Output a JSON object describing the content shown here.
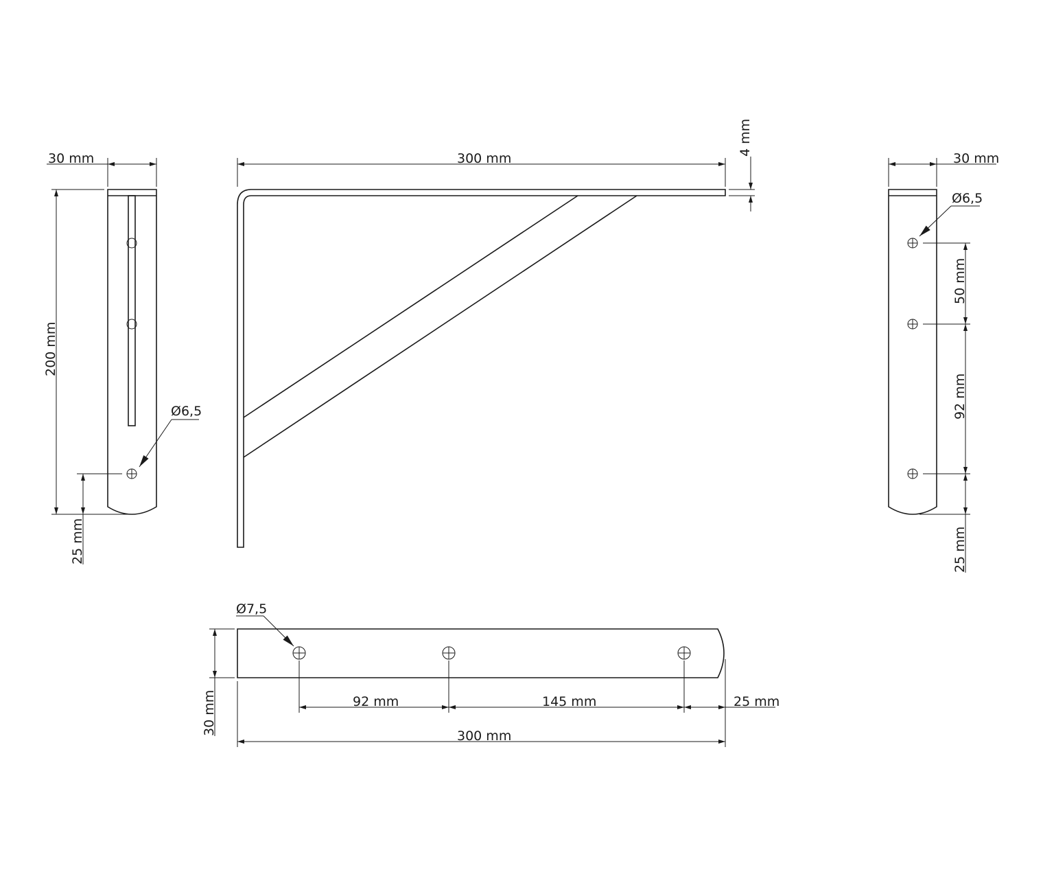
{
  "colors": {
    "ink": "#1a1a1a",
    "background": "#ffffff"
  },
  "views": {
    "left_side": {
      "width_label": "30 mm",
      "height_label": "200 mm",
      "hole_label": "Ø6,5",
      "bottom_offset_label": "25 mm"
    },
    "front": {
      "length_label": "300 mm",
      "thickness_label": "4 mm"
    },
    "right_side": {
      "width_label": "30 mm",
      "hole_label": "Ø6,5",
      "spacing_top_label": "50 mm",
      "spacing_mid_label": "92 mm",
      "bottom_offset_label": "25 mm"
    },
    "top_arm": {
      "hole_label": "Ø7,5",
      "width_label": "30 mm",
      "spacing_1_label": "92 mm",
      "spacing_2_label": "145 mm",
      "end_offset_label": "25 mm",
      "length_label": "300 mm"
    }
  }
}
